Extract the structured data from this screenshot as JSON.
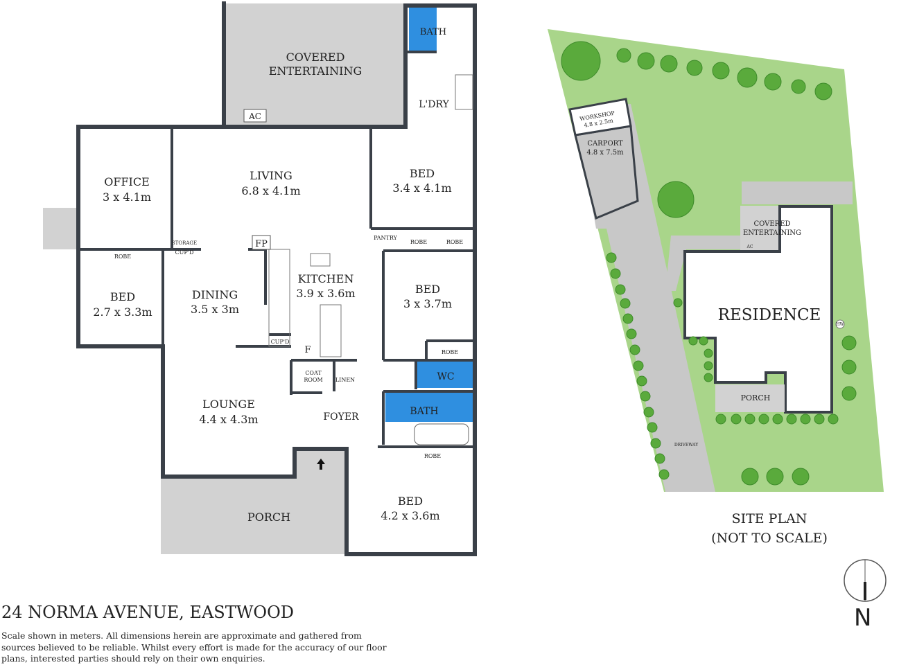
{
  "floor_plan": {
    "rooms": [
      {
        "name": "COVERED\nENTERTAINING",
        "lines": [
          "COVERED",
          "ENTERTAINING"
        ]
      },
      {
        "lines": [
          "BATH"
        ]
      },
      {
        "lines": [
          "L'DRY"
        ]
      },
      {
        "lines": [
          "AC"
        ]
      },
      {
        "lines": [
          "OFFICE",
          "3 x 4.1m"
        ]
      },
      {
        "lines": [
          "LIVING",
          "6.8 x 4.1m"
        ]
      },
      {
        "lines": [
          "BED",
          "3.4 x 4.1m"
        ]
      },
      {
        "lines": [
          "PANTRY"
        ]
      },
      {
        "lines": [
          "ROBE"
        ]
      },
      {
        "lines": [
          "ROBE"
        ]
      },
      {
        "lines": [
          "STORAGE"
        ]
      },
      {
        "lines": [
          "CUP'D"
        ]
      },
      {
        "lines": [
          "FP"
        ]
      },
      {
        "lines": [
          "ROBE"
        ]
      },
      {
        "lines": [
          "BED",
          "2.7 x 3.3m"
        ]
      },
      {
        "lines": [
          "DINING",
          "3.5 x 3m"
        ]
      },
      {
        "lines": [
          "KITCHEN",
          "3.9 x 3.6m"
        ]
      },
      {
        "lines": [
          "BED",
          "3 x 3.7m"
        ]
      },
      {
        "lines": [
          "CUP'D"
        ]
      },
      {
        "lines": [
          "F"
        ]
      },
      {
        "lines": [
          "ROBE"
        ]
      },
      {
        "lines": [
          "COAT",
          "ROOM"
        ]
      },
      {
        "lines": [
          "LINEN"
        ]
      },
      {
        "lines": [
          "WC"
        ]
      },
      {
        "lines": [
          "LOUNGE",
          "4.4 x 4.3m"
        ]
      },
      {
        "lines": [
          "FOYER"
        ]
      },
      {
        "lines": [
          "BATH"
        ]
      },
      {
        "lines": [
          "ROBE"
        ]
      },
      {
        "lines": [
          "PORCH"
        ]
      },
      {
        "lines": [
          "BED",
          "4.2 x 3.6m"
        ]
      }
    ]
  },
  "site_plan": {
    "labels": {
      "workshop": "WORKSHOP",
      "workshop_size": "4.8 x 2.5m",
      "carport": "CARPORT",
      "carport_size": "4.8 x 7.5m",
      "covered_1": "COVERED",
      "covered_2": "ENTERTAINING",
      "ac": "AC",
      "residence": "RESIDENCE",
      "hw": "HW",
      "porch": "PORCH",
      "driveway": "DRIVEWAY"
    },
    "title_line1": "SITE PLAN",
    "title_line2": "(NOT TO SCALE)",
    "north": "N"
  },
  "address": "24 NORMA AVENUE, EASTWOOD",
  "disclaimer": "Scale shown in meters. All dimensions herein are approximate and gathered from sources believed to be  reliable. Whilst every effort is made for the accuracy of our floor plans, interested parties should rely on their own enquiries.",
  "colors": {
    "wall": "#3a4048",
    "wet_area": "#2f8fe0",
    "paving": "#cfcfcf",
    "lawn": "#a9d58a",
    "tree": "#5aaa3c",
    "driveway": "#c8c8c8"
  }
}
